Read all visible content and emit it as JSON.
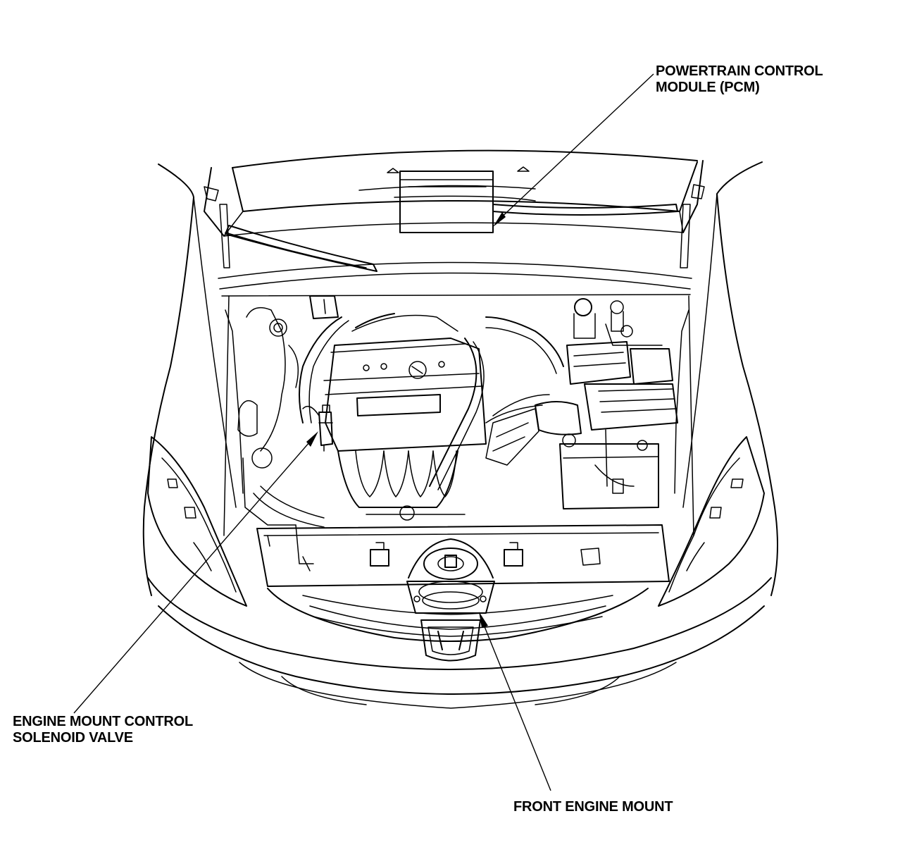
{
  "labels": {
    "pcm": {
      "line1": "POWERTRAIN CONTROL",
      "line2": "MODULE (PCM)"
    },
    "solenoid": {
      "line1": "ENGINE MOUNT CONTROL",
      "line2": "SOLENOID VALVE"
    },
    "front_mount": {
      "line1": "FRONT ENGINE MOUNT"
    }
  },
  "colors": {
    "line": "#000000",
    "background": "#ffffff"
  }
}
